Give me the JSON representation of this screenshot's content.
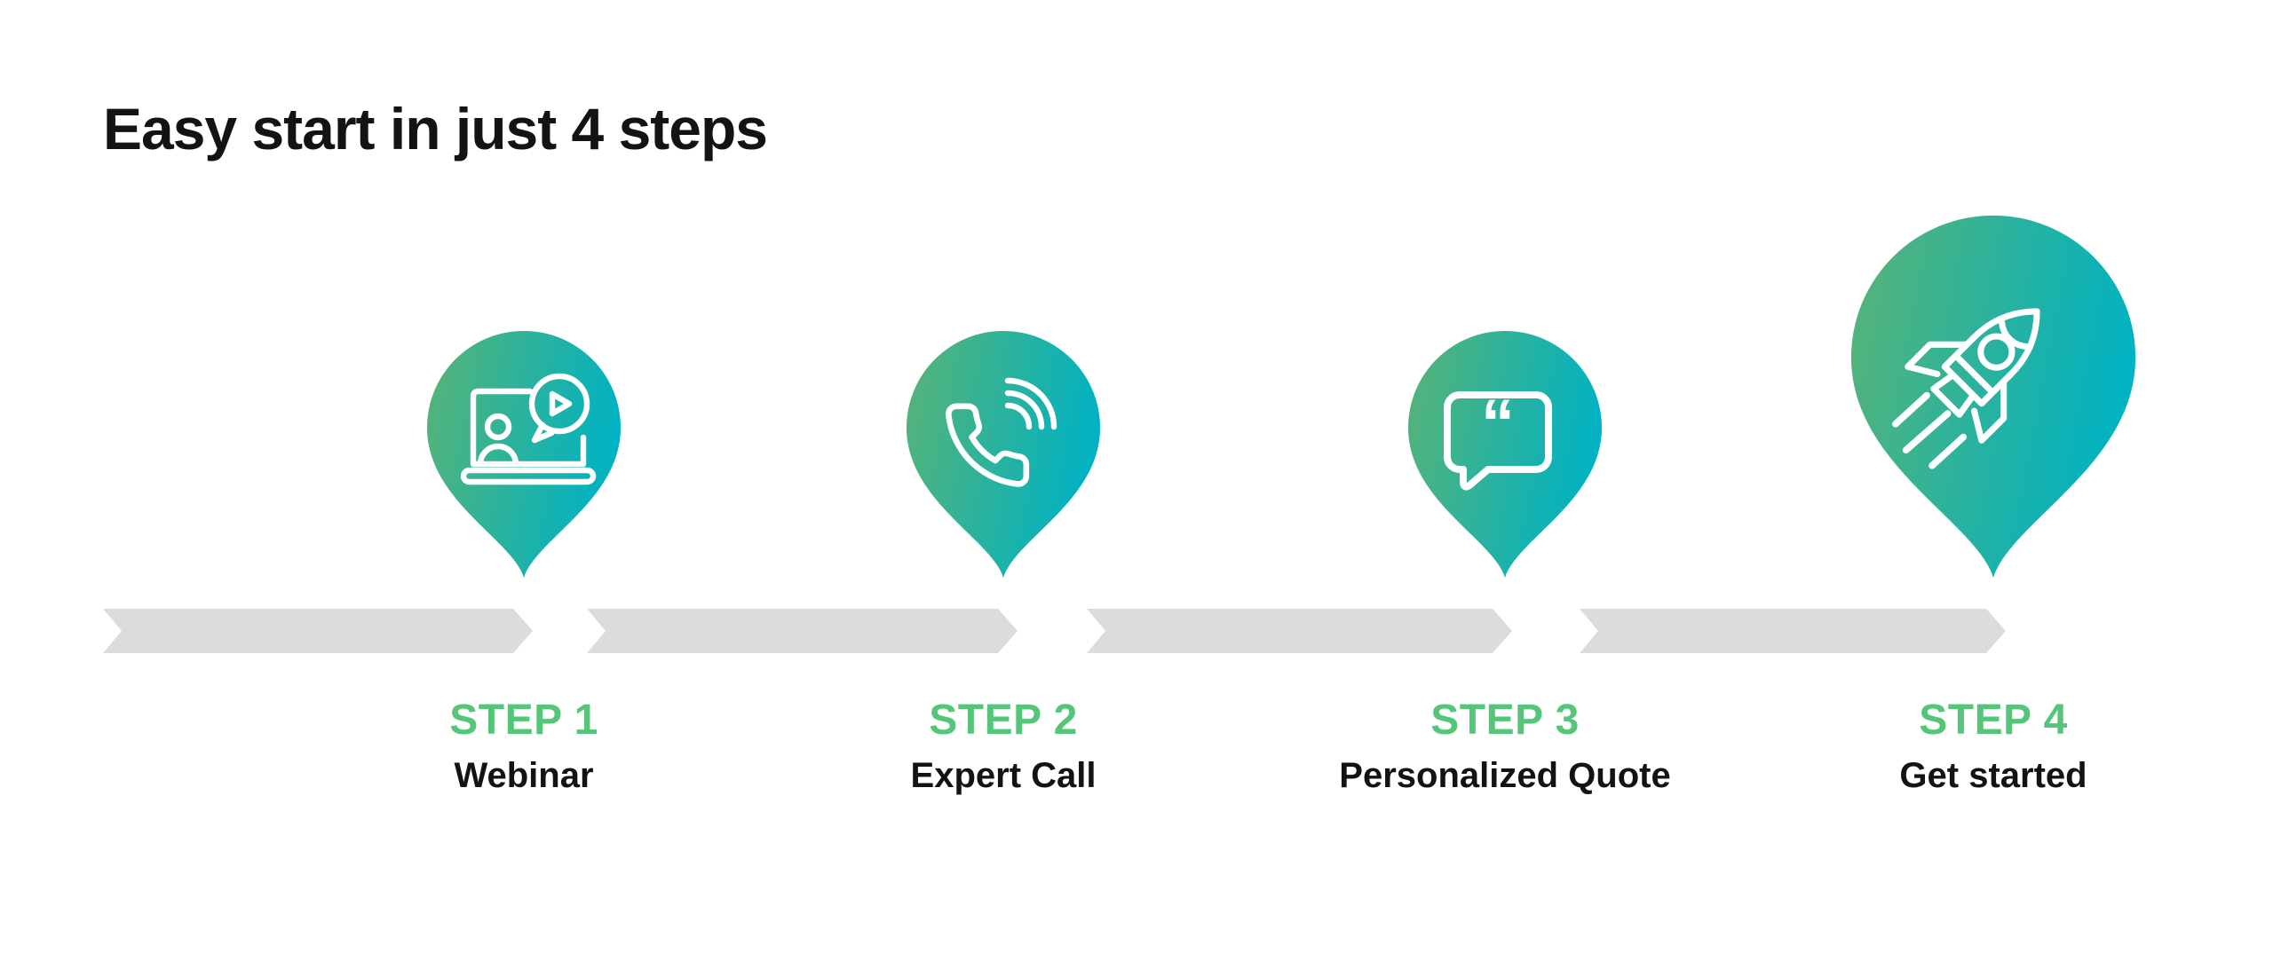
{
  "title": "Easy start in just 4 steps",
  "steps": [
    {
      "step_label": "STEP 1",
      "name": "Webinar",
      "icon": "webinar-laptop-video-icon"
    },
    {
      "step_label": "STEP 2",
      "name": "Expert Call",
      "icon": "phone-call-icon"
    },
    {
      "step_label": "STEP 3",
      "name": "Personalized Quote",
      "icon": "quote-bubble-icon"
    },
    {
      "step_label": "STEP 4",
      "name": "Get started",
      "icon": "rocket-icon"
    }
  ],
  "quote_glyph": "“",
  "colors": {
    "accent_green": "#55c679",
    "pin_gradient_start": "#57b377",
    "pin_gradient_end": "#00b2c3",
    "arrow_gray": "#dcdcdc",
    "text_black": "#131313",
    "icon_white": "#ffffff"
  }
}
